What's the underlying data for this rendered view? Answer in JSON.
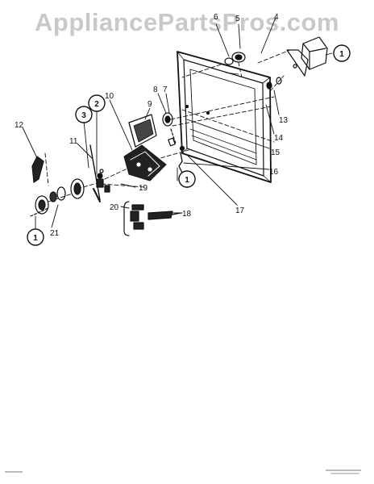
{
  "watermark": "AppliancePartsPros.com",
  "callouts": [
    {
      "id": "c1a",
      "text": "1"
    },
    {
      "id": "c1b",
      "text": "1"
    },
    {
      "id": "c1c",
      "text": "1"
    },
    {
      "id": "c2",
      "text": "2"
    },
    {
      "id": "c3",
      "text": "3"
    }
  ],
  "labels": [
    {
      "id": "l4",
      "text": "4"
    },
    {
      "id": "l5",
      "text": "5"
    },
    {
      "id": "l6",
      "text": "6"
    },
    {
      "id": "l7",
      "text": "7"
    },
    {
      "id": "l8",
      "text": "8"
    },
    {
      "id": "l9",
      "text": "9"
    },
    {
      "id": "l10",
      "text": "10"
    },
    {
      "id": "l11",
      "text": "11"
    },
    {
      "id": "l12",
      "text": "12"
    },
    {
      "id": "l13",
      "text": "13"
    },
    {
      "id": "l14",
      "text": "14"
    },
    {
      "id": "l15",
      "text": "15"
    },
    {
      "id": "l16",
      "text": "16"
    },
    {
      "id": "l17",
      "text": "17"
    },
    {
      "id": "l18",
      "text": "18"
    },
    {
      "id": "l19",
      "text": "19"
    },
    {
      "id": "l20",
      "text": "20"
    },
    {
      "id": "l21",
      "text": "21"
    }
  ]
}
